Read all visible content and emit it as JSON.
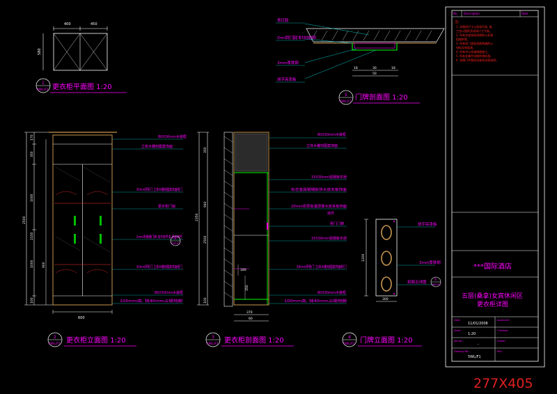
{
  "colors": {
    "background": "#000000",
    "title": "#ff00ff",
    "dim": "#ffffff",
    "leader": "#00c8c8",
    "frame": "#ffffff",
    "note": "#ff0000",
    "wood": "#c89650"
  },
  "corner_label": "277X405",
  "views": {
    "plan": {
      "marker_num": "1",
      "marker_sheet": "5WL/F1",
      "title": "更衣柜平面图  1:20",
      "dims": [
        "400",
        "450",
        "580"
      ]
    },
    "door_section": {
      "marker_num": "5",
      "marker_sheet": "5WL/F1",
      "title": "门牌剖面图  1:20",
      "labels": [
        "青灯胶",
        "20mm厚柜门基层 橡木皮夹板饰面",
        "3mm厚铁钢",
        "烧字亮漆板"
      ],
      "dims": [
        "18",
        "30",
        "50",
        "18"
      ]
    },
    "elevation": {
      "marker_num": "2",
      "marker_sheet": "5WL/F1",
      "title": "更衣柜立面图  1:20",
      "labels": [
        "80X30mm木装框",
        "立体木雕刻图案饰面",
        "30mm厚柜门 立体木雕刻图案饰面柜门",
        "更衣柜门锁",
        "2mm厚镀钢门牌 烧字房号漆 更衣牌号",
        "30mm厚柜门 立体木雕刻图案饰面柜门",
        "80X30mm木装框",
        "100mm高, 钝40mm占钢地脚"
      ],
      "dims": [
        "170",
        "350",
        "1000",
        "1000",
        "100",
        "2500",
        "2150",
        "900",
        "600"
      ],
      "callout": {
        "num": "5",
        "sheet": "5WL/F1"
      }
    },
    "section": {
      "marker_num": "3",
      "marker_sheet": "5WL/F1",
      "title": "更衣柜剖面图  1:20",
      "labels": [
        "80X30mm木装框",
        "立体木雕刻图案饰面",
        "15X30mm铝钢板衣通",
        "标志金属钢钢板饰木皮夹板饰面",
        "20mm厚层板基层橡木皮夹板饰面",
        "挂件",
        "柜门门牌",
        "15X30mm铝钢板衣通",
        "30mm厚柜门 立体木雕刻图案饰面柜门",
        "80X30mm木装框",
        "100mm高, 钝40mm占钢地脚"
      ],
      "dims": [
        "350",
        "940",
        "2350",
        "2500",
        "100",
        "180",
        "350",
        "370",
        "60"
      ]
    },
    "door_elev": {
      "marker_num": "4",
      "marker_sheet": "5WL/F1",
      "title": "门牌立面图  1:20",
      "labels": [
        "烧字亮漆板",
        "3mm厚铁钢",
        "刻面见详图"
      ],
      "dims": [
        "1200",
        "300"
      ],
      "callout": {
        "num": "5",
        "sheet": "5WL/F1"
      }
    }
  },
  "title_block": {
    "header": [
      "No.",
      "Description",
      "Date"
    ],
    "notes_heading": "注:",
    "notes": [
      "1. 本图纸尺寸以现场为准, 施",
      "   工应以图纸及现场尺寸为准。",
      "2. 所有木皮饰面须做防火处理",
      "   阻燃剂等。",
      "3. 所有柜门表面须刷两遍防火",
      "   材料及饰面漆。",
      "4. 所有中心线请按图施工。",
      "5. 所有金属件须做防锈处理。",
      "6. 金属门件图纸须参照详图说明。"
    ],
    "project": "***国际酒店",
    "drawing_title_1": "五层(桑拿)女宾休闲区",
    "drawing_title_2": "更衣柜详图",
    "rows": [
      {
        "label": "Date:",
        "value": "11/01/2006",
        "label2": "Approved:"
      },
      {
        "label": "Scale:",
        "value": "1:20",
        "label2": "Checked:"
      },
      {
        "label": "Job No.:",
        "value": "-",
        "label2": "Drawn:"
      },
      {
        "label": "Drawing No.:",
        "value": "5WL/F1",
        "label2": "Rev.:"
      }
    ]
  }
}
